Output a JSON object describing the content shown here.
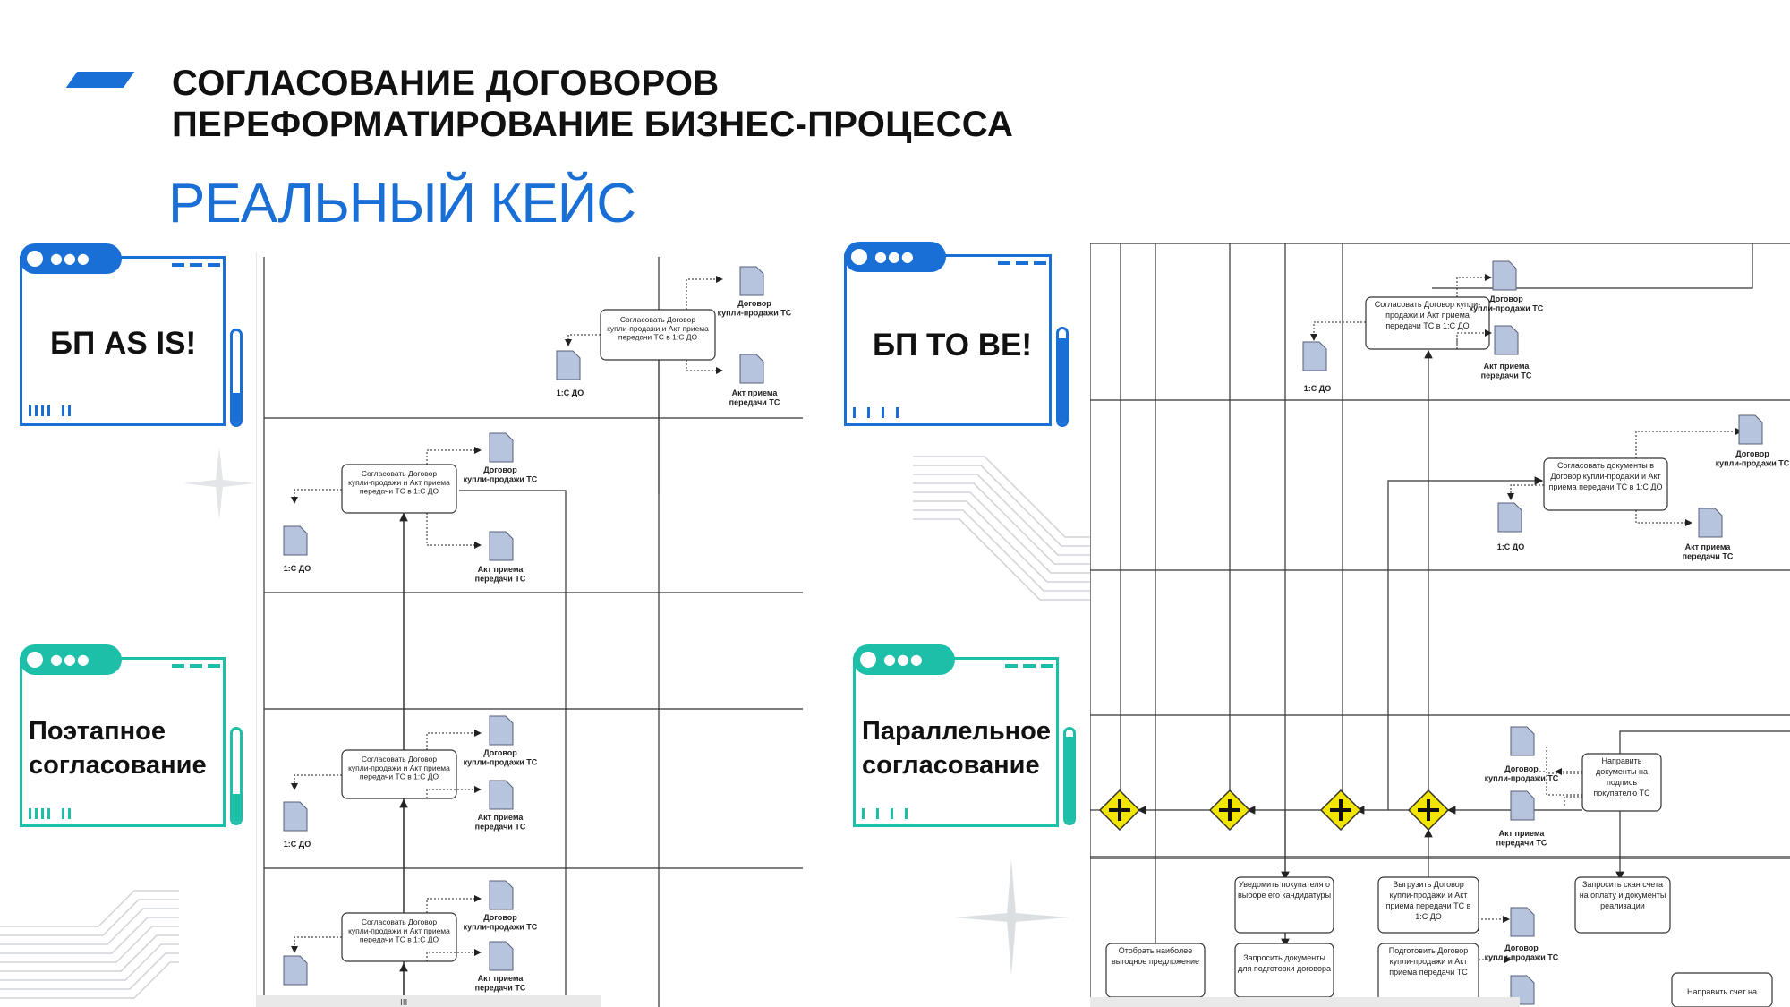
{
  "header": {
    "title_line1": "СОГЛАСОВАНИЕ ДОГОВОРОВ",
    "title_line2": "ПЕРЕФОРМАТИРОВАНИЕ БИЗНЕС-ПРОЦЕССА",
    "subtitle": "РЕАЛЬНЫЙ КЕЙС"
  },
  "cards": {
    "as_is": "БП AS IS!",
    "to_be": "БП TO BE!",
    "sequential": "Поэтапное согласование",
    "parallel": "Параллельное согласование"
  },
  "colors": {
    "blue": "#1a6fd6",
    "teal": "#1dbfa8",
    "gateway": "#f2e600"
  },
  "left_diagram": {
    "task_label": "Согласовать Договор купли-продажи и Акт приема передачи ТС в 1:С ДО",
    "doc_contract": "Договор купли-продажи ТС",
    "doc_act": "Акт приема передачи ТС",
    "doc_1c": "1:С ДО",
    "scroll_label": "III"
  },
  "right_diagram": {
    "task_agree": "Согласовать Договор купли-продажи и Акт приема передачи ТС в 1:С ДО",
    "task_agree_docs": "Согласовать документы в Договор купли-продажи и Акт приема передачи ТС в 1:С ДО",
    "doc_contract": "Договор купли-продажи ТС",
    "doc_act": "Акт приема передачи ТС",
    "doc_1c": "1:С ДО",
    "task_send_sign": "Направить документы на подпись покупателю ТС",
    "task_notify": "Уведомить покупателя о выборе его кандидатуры",
    "task_upload": "Выгрузить Договор купли-продажи и Акт приема передачи ТС в 1:С ДО",
    "task_request_scan": "Запросить скан счета на оплату и документы реализации",
    "task_select": "Отобрать наиболее выгодное предложение",
    "task_request_docs": "Запросить документы для подготовки договора",
    "task_prepare": "Подготовить Договор купли-продажи и Акт приема передачи ТС",
    "task_send_invoice": "Направить счет на"
  }
}
